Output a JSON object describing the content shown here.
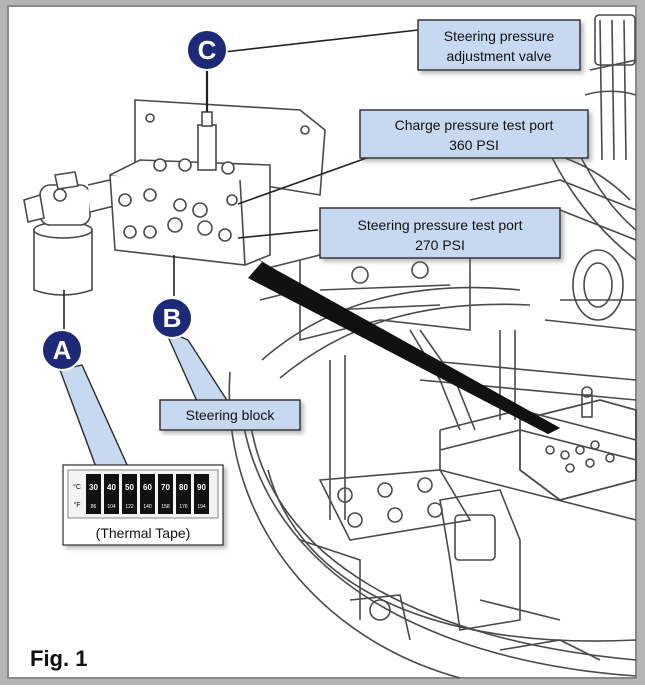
{
  "figure": {
    "label": "Fig. 1"
  },
  "callouts": {
    "a": {
      "letter": "A"
    },
    "b": {
      "letter": "B"
    },
    "c": {
      "letter": "C"
    }
  },
  "labels": {
    "steering_valve_line1": "Steering pressure",
    "steering_valve_line2": "adjustment valve",
    "charge_port_line1": "Charge pressure test port",
    "charge_port_line2": "360 PSI",
    "steering_port_line1": "Steering pressure test port",
    "steering_port_line2": "270 PSI",
    "steering_block": "Steering block"
  },
  "thermal_tape": {
    "caption": "(Thermal Tape)",
    "celsius_unit": "°C",
    "fahrenheit_unit": "°F",
    "celsius_values": [
      "30",
      "40",
      "50",
      "60",
      "70",
      "80",
      "90"
    ],
    "fahrenheit_values": [
      "86",
      "104",
      "122",
      "140",
      "158",
      "176",
      "194"
    ]
  },
  "colors": {
    "callout_fill": "#1e2a78",
    "label_box_fill": "#c6d9f1",
    "label_box_stroke": "#2b2b2b",
    "line_art": "#4a4a4a",
    "frame_gray": "#9a9a9a"
  }
}
